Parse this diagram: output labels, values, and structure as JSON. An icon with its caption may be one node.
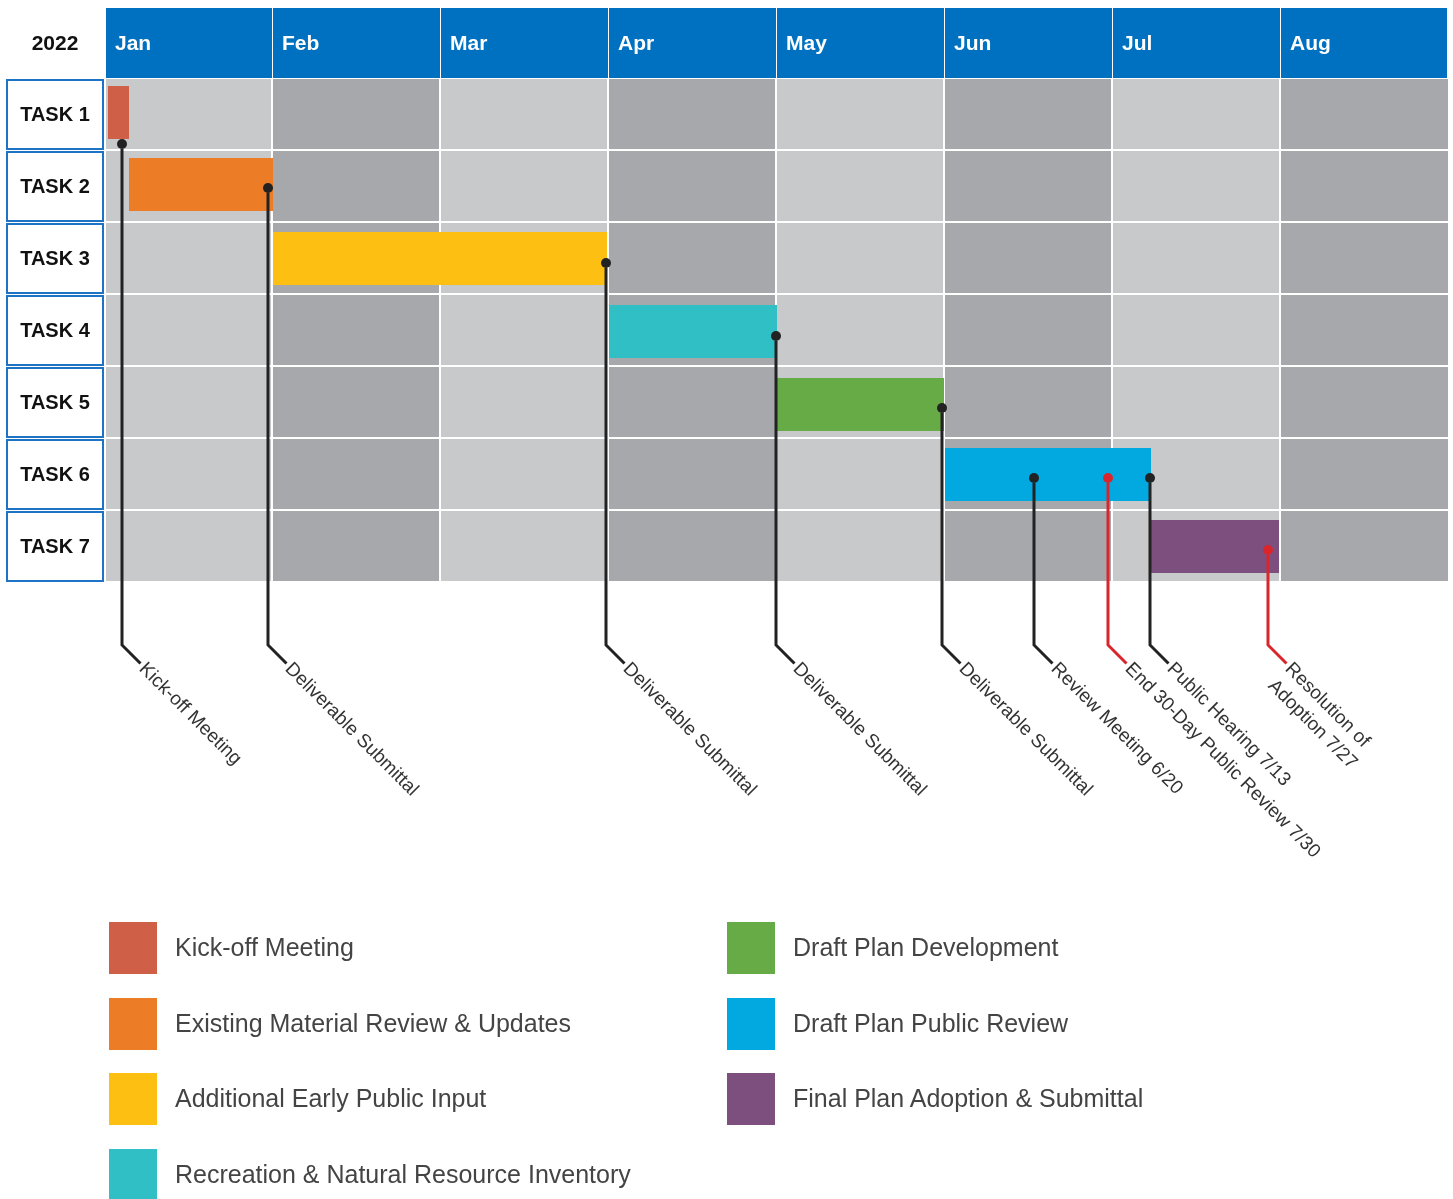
{
  "diagram": {
    "nodes": [
      {
        "text": [
          "2022"
        ]
      },
      {
        "text": [
          "Jan"
        ]
      },
      {
        "text": [
          "Feb"
        ]
      },
      {
        "text": [
          "Mar"
        ]
      },
      {
        "text": [
          "Apr"
        ]
      },
      {
        "text": [
          "May"
        ]
      },
      {
        "text": [
          "Jun"
        ]
      },
      {
        "text": [
          "Jul"
        ]
      },
      {
        "text": [
          "Aug"
        ]
      },
      {
        "text": [
          "TASK 1"
        ]
      },
      {
        "text": [
          "TASK 2"
        ]
      },
      {
        "text": [
          "TASK 3"
        ]
      },
      {
        "text": [
          "TASK 4"
        ]
      },
      {
        "text": [
          "TASK 5"
        ]
      },
      {
        "text": [
          "TASK 6"
        ]
      },
      {
        "text": [
          "TASK 7"
        ]
      },
      {
        "text": [],
        "shape": "bar"
      },
      {
        "text": [],
        "shape": "bar"
      },
      {
        "text": [],
        "shape": "bar"
      },
      {
        "text": [],
        "shape": "bar"
      },
      {
        "text": [],
        "shape": "bar"
      },
      {
        "text": [],
        "shape": "bar"
      },
      {
        "text": [],
        "shape": "bar"
      },
      {
        "text": [],
        "shape": "circle"
      },
      {
        "text": [],
        "shape": "circle",
        "in": 17
      },
      {
        "text": [],
        "shape": "circle"
      },
      {
        "text": [],
        "shape": "circle"
      },
      {
        "text": [],
        "shape": "circle"
      },
      {
        "text": [],
        "shape": "circle",
        "in": 21
      },
      {
        "text": [],
        "shape": "circle",
        "in": 21
      },
      {
        "text": [],
        "shape": "circle"
      },
      {
        "text": [],
        "shape": "circle",
        "in": 22
      },
      {
        "text": [
          "Kick-off Meeting"
        ]
      },
      {
        "text": [
          "Deliverable Submittal"
        ]
      },
      {
        "text": [
          "Deliverable Submittal"
        ]
      },
      {
        "text": [
          "Deliverable Submittal"
        ]
      },
      {
        "text": [
          "Deliverable Submittal"
        ]
      },
      {
        "text": [
          "Review Meeting 6/20"
        ]
      },
      {
        "text": [
          "End 30-Day Public Review 7/30"
        ]
      },
      {
        "text": [
          "Public Hearing 7/13"
        ]
      },
      {
        "text": [
          "Resolution of Adoption 7/27"
        ]
      }
    ],
    "edges": [
      {
        "from": 32,
        "to": 23,
        "arrow": "none"
      },
      {
        "from": 33,
        "to": 24,
        "arrow": "none"
      },
      {
        "from": 34,
        "to": 25,
        "arrow": "none"
      },
      {
        "from": 35,
        "to": 26,
        "arrow": "none"
      },
      {
        "from": 36,
        "to": 27,
        "arrow": "none"
      },
      {
        "from": 37,
        "to": 28,
        "arrow": "none"
      },
      {
        "from": 38,
        "to": 29,
        "arrow": "none",
        "color": "#d9262c"
      },
      {
        "from": 39,
        "to": 30,
        "arrow": "none"
      },
      {
        "from": 40,
        "to": 31,
        "arrow": "none",
        "color": "#d9262c"
      }
    ],
    "legend": [
      {
        "text": "Kick-off Meeting",
        "color": "#d05f47"
      },
      {
        "text": "Existing Material Review & Updates",
        "color": "#ec7d26"
      },
      {
        "text": "Additional Early Public Input",
        "color": "#fcbf12"
      },
      {
        "text": "Recreation & Natural Resource Inventory",
        "color": "#30bfc4"
      },
      {
        "text": "Draft Plan Development",
        "color": "#66ab45"
      },
      {
        "text": "Draft Plan Public Review",
        "color": "#02a8e0"
      },
      {
        "text": "Final Plan Adoption & Submittal",
        "color": "#7c4f7f"
      }
    ]
  }
}
